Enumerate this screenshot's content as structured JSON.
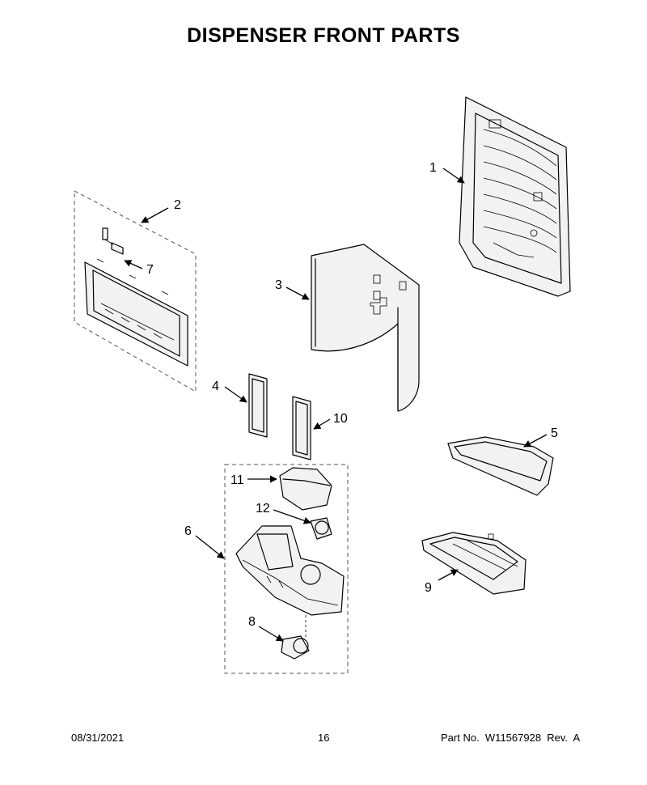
{
  "title": "DISPENSER FRONT PARTS",
  "callouts": {
    "c1": "1",
    "c2": "2",
    "c3": "3",
    "c4": "4",
    "c5": "5",
    "c6": "6",
    "c7": "7",
    "c8": "8",
    "c9": "9",
    "c10": "10",
    "c11": "11",
    "c12": "12"
  },
  "footer": {
    "date": "08/31/2021",
    "page": "16",
    "part_number": "Part No.  W11567928  Rev.  A"
  }
}
